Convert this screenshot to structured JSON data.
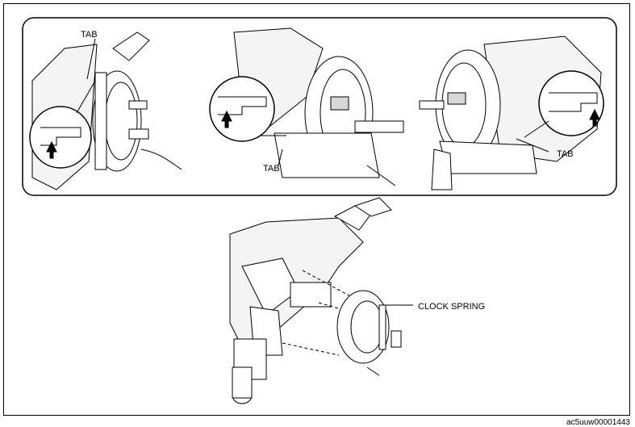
{
  "labels": {
    "tab_top_left": "TAB",
    "tab_middle": "TAB",
    "tab_right": "TAB",
    "clock_spring": "CLOCK SPRING"
  },
  "figure_code": "ac5uuw00001443",
  "colors": {
    "ink": "#000000",
    "paper": "#ffffff",
    "shade": "#d8d8d8"
  }
}
